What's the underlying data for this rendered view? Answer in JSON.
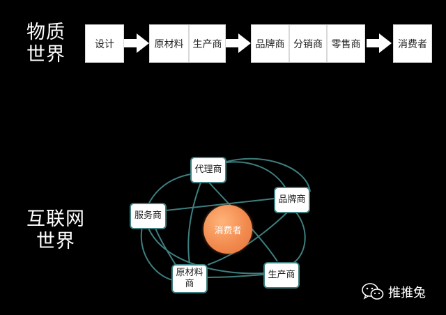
{
  "physical_world": {
    "title": "物质\n世界",
    "chain": [
      "设计",
      "原材料",
      "生产商",
      "品牌商",
      "分销商",
      "零售商",
      "消费者"
    ]
  },
  "internet_world": {
    "title": "互联网\n世界",
    "center": "消费者",
    "nodes": {
      "agent": "代理商",
      "brand": "品牌商",
      "service": "服务商",
      "producer": "生产商",
      "raw_materials": "原材料\n商"
    }
  },
  "brand": {
    "name": "推推兔",
    "icon": "wechat-icon"
  },
  "colors": {
    "background": "#000000",
    "box": "#ffffff",
    "network_line": "#3e7f7f",
    "consumer": "#f28b4f"
  }
}
